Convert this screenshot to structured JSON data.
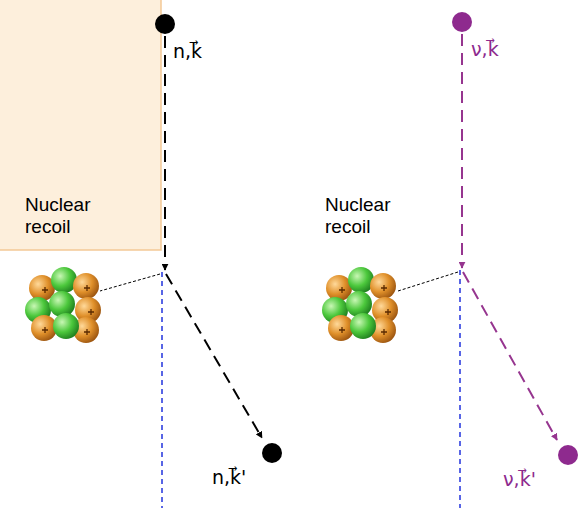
{
  "diagram": {
    "labels": [
      "n,k⃗",
      "ν,k⃗",
      "Nuclear recoil",
      "Nuclear recoil",
      "n,k⃗'",
      "ν,k⃗'"
    ]
  }
}
